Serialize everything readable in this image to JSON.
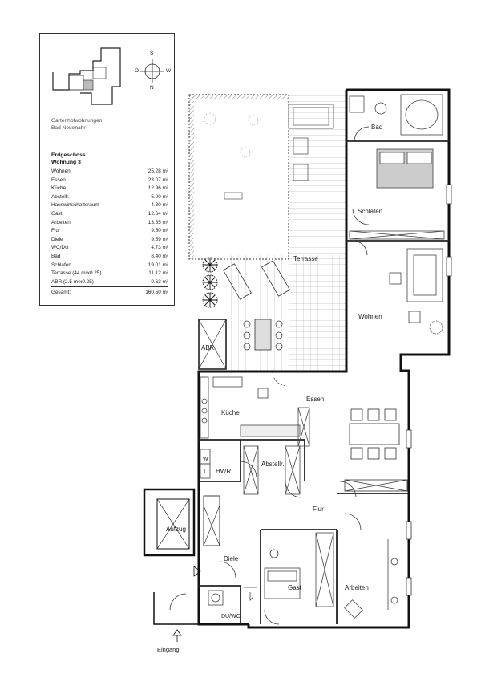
{
  "legend": {
    "project_line1": "Gartenhofwohnungen",
    "project_line2": "Bad Neuenahr",
    "floor": "Erdgeschoss",
    "unit": "Wohnung 3",
    "compass": {
      "n": "N",
      "s": "S",
      "o": "O",
      "w": "W"
    },
    "areas": [
      {
        "name": "Wohnen",
        "value": "25.28 m²"
      },
      {
        "name": "Essen",
        "value": "23.07 m²"
      },
      {
        "name": "Küche",
        "value": "12.96 m²"
      },
      {
        "name": "Abstellr.",
        "value": "5.00 m²"
      },
      {
        "name": "Hauswirtschaftsraum",
        "value": "4.80 m²"
      },
      {
        "name": "Gast",
        "value": "12.64 m²"
      },
      {
        "name": "Arbeiten",
        "value": "13.65 m²"
      },
      {
        "name": "Flur",
        "value": "9.50 m²"
      },
      {
        "name": "Diele",
        "value": "9.59 m²"
      },
      {
        "name": "WC/DU",
        "value": "4.73 m²"
      },
      {
        "name": "Bad",
        "value": "8.40 m²"
      },
      {
        "name": "Schlafen",
        "value": "19.01 m²"
      },
      {
        "name": "Terrasse (44 m²x0.25)",
        "value": "11.12 m²"
      },
      {
        "name": "ABR (2.5 m²x0.25)",
        "value": "0.63 m²"
      }
    ],
    "total_label": "Gesamt:",
    "total_value": "160.50 m²"
  },
  "rooms": {
    "bad": "Bad",
    "schlafen": "Schlafen",
    "terrasse": "Terrasse",
    "wohnen": "Wohnen",
    "abr": "ABR",
    "essen": "Essen",
    "kueche": "Küche",
    "w": "W",
    "t": "T",
    "hwr": "HWR",
    "abstellr": "Abstellr.",
    "flur": "Flur",
    "aufzug": "Aufzug",
    "diele": "Diele",
    "gast": "Gast",
    "arbeiten": "Arbeiten",
    "du_wc": "DU/WC"
  },
  "entrance": "Eingang"
}
